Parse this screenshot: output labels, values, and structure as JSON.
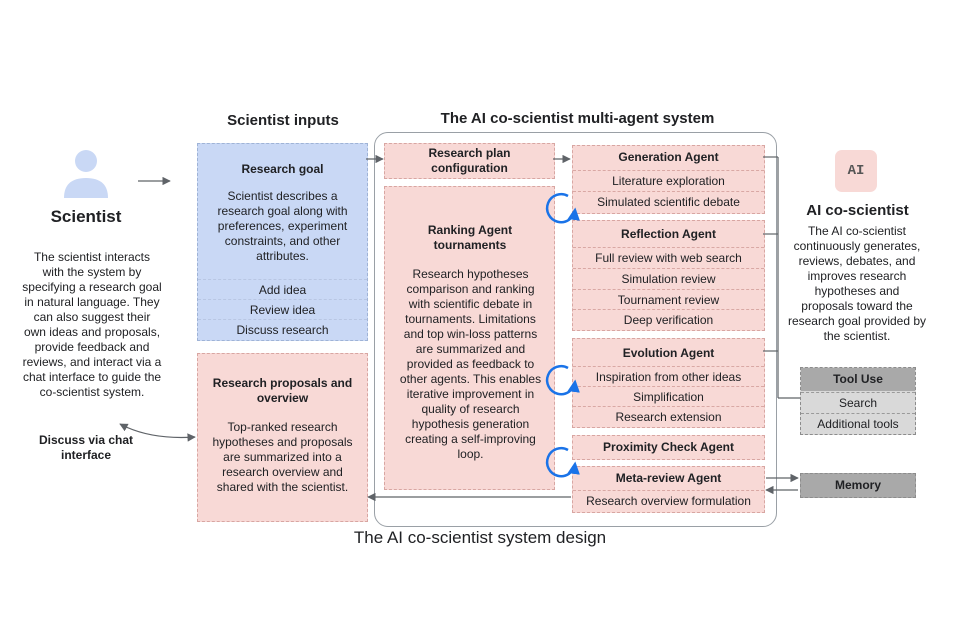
{
  "headers": {
    "scientist_inputs": "Scientist inputs",
    "multi_agent_system": "The AI co-scientist multi-agent system"
  },
  "scientist": {
    "title": "Scientist",
    "icon": "person-icon",
    "description": "The scientist interacts with the system by specifying a research goal in natural language. They can also suggest their own ideas and proposals, provide feedback and reviews, and interact via a chat interface to guide the co-scientist system.",
    "discuss_label": "Discuss via chat interface"
  },
  "research_goal": {
    "title": "Research goal",
    "description": "Scientist describes a research goal along with preferences, experiment constraints, and other attributes.",
    "actions": [
      "Add idea",
      "Review idea",
      "Discuss research"
    ]
  },
  "research_proposals": {
    "title": "Research proposals and overview",
    "description": "Top-ranked research hypotheses and proposals are summarized into a research overview and shared with the scientist."
  },
  "research_plan": {
    "title": "Research plan configuration"
  },
  "ranking": {
    "title": "Ranking Agent tournaments",
    "description": "Research hypotheses comparison and ranking with scientific debate in tournaments. Limitations and top win-loss patterns are summarized and provided as feedback to other agents. This enables iterative improvement in quality of research hypothesis generation creating a self-improving  loop."
  },
  "agents": {
    "generation": {
      "title": "Generation Agent",
      "items": [
        "Literature exploration",
        "Simulated scientific debate"
      ]
    },
    "reflection": {
      "title": "Reflection Agent",
      "items": [
        "Full review with web search",
        "Simulation review",
        "Tournament review",
        "Deep verification"
      ]
    },
    "evolution": {
      "title": "Evolution Agent",
      "items": [
        "Inspiration from other ideas",
        "Simplification",
        "Research extension"
      ]
    },
    "proximity": {
      "title": "Proximity Check Agent"
    },
    "meta_review": {
      "title": "Meta-review Agent",
      "items": [
        "Research overview formulation"
      ]
    }
  },
  "ai_coscientist": {
    "badge": "AI",
    "title": "AI co-scientist",
    "description": "The AI co-scientist continuously generates, reviews, debates, and improves research hypotheses and proposals toward the research goal provided by the scientist."
  },
  "tool_use": {
    "title": "Tool Use",
    "items": [
      "Search",
      "Additional tools"
    ]
  },
  "memory": {
    "title": "Memory"
  },
  "caption": "The AI co-scientist system design",
  "colors": {
    "blue_box": "#c9d8f5",
    "pink_box": "#f8d9d6",
    "gray_box": "#a9a9a9",
    "person_icon": "#c9d8f5",
    "cycle_arrow": "#1a73e8"
  }
}
